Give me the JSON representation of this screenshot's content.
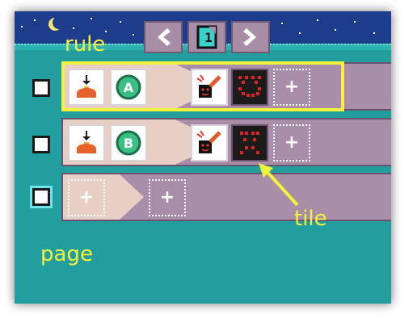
{
  "annotations": {
    "rule": "rule",
    "tile": "tile",
    "page": "page"
  },
  "page_indicator": "1",
  "colors": {
    "background": "#229e9f",
    "sky": "#1d3d8c",
    "row": "#a98ea9",
    "highlight": "#f2f23c",
    "annotation_text": "#f6f13a"
  },
  "rules": [
    {
      "when": [
        "sensor-icon",
        "button-a-icon"
      ],
      "do": [
        "paint-brush-icon",
        "angry-face-tile-icon"
      ],
      "highlighted": true
    },
    {
      "when": [
        "sensor-icon",
        "button-b-icon"
      ],
      "do": [
        "paint-brush-icon",
        "sad-face-tile-icon"
      ],
      "highlighted": false
    },
    {
      "when": [],
      "do": [],
      "highlighted": false
    }
  ]
}
